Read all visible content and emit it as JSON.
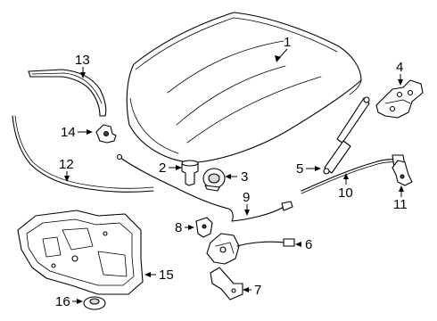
{
  "diagram": {
    "callouts": [
      {
        "id": "1",
        "label": "1",
        "part": "hood-panel"
      },
      {
        "id": "2",
        "label": "2",
        "part": "hood-bumper"
      },
      {
        "id": "3",
        "label": "3",
        "part": "hood-release-handle"
      },
      {
        "id": "4",
        "label": "4",
        "part": "hood-hinge"
      },
      {
        "id": "5",
        "label": "5",
        "part": "lift-support"
      },
      {
        "id": "6",
        "label": "6",
        "part": "hood-latch"
      },
      {
        "id": "7",
        "label": "7",
        "part": "latch-bracket"
      },
      {
        "id": "8",
        "label": "8",
        "part": "release-clip"
      },
      {
        "id": "9",
        "label": "9",
        "part": "release-cable"
      },
      {
        "id": "10",
        "label": "10",
        "part": "support-rod"
      },
      {
        "id": "11",
        "label": "11",
        "part": "prop-rod-clip"
      },
      {
        "id": "12",
        "label": "12",
        "part": "hood-seal"
      },
      {
        "id": "13",
        "label": "13",
        "part": "rear-seal"
      },
      {
        "id": "14",
        "label": "14",
        "part": "seal-retainer"
      },
      {
        "id": "15",
        "label": "15",
        "part": "insulator-pad"
      },
      {
        "id": "16",
        "label": "16",
        "part": "insulator-retainer"
      }
    ]
  }
}
